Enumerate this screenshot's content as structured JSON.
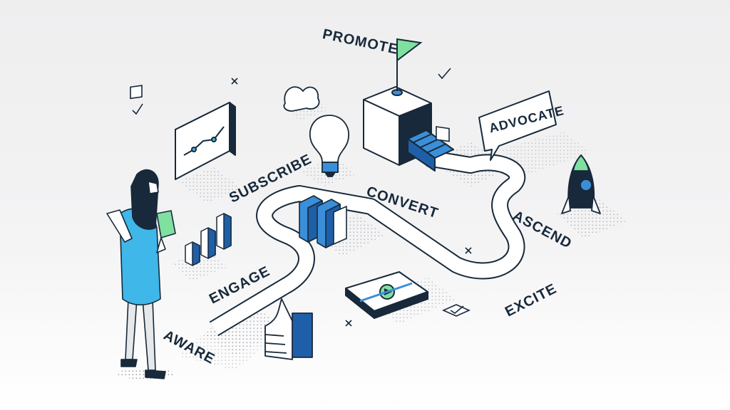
{
  "stages": {
    "aware": "AWARE",
    "engage": "ENGAGE",
    "subscribe": "SUBSCRIBE",
    "convert": "CONVERT",
    "excite": "EXCITE",
    "ascend": "ASCEND",
    "advocate": "ADVOCATE",
    "promote": "PROMOTE"
  },
  "icons": {
    "woman": "woman-reading-icon",
    "chart_board": "line-chart-board-icon",
    "bars": "bar-chart-icon",
    "cloud": "cloud-icon",
    "bulb": "lightbulb-icon",
    "books": "books-icon",
    "cube": "cube-with-stairs-icon",
    "flag": "flag-icon",
    "rocket": "rocket-icon",
    "video": "video-player-icon",
    "thumb": "thumbs-up-icon",
    "check": "check-icon",
    "cross": "close-icon"
  },
  "colors": {
    "ink": "#17293a",
    "blue": "#3b8fd8",
    "dark_blue": "#1f5fa8",
    "cyan": "#3fb7e8",
    "green": "#7fe0a0",
    "path": "#ffffff"
  }
}
